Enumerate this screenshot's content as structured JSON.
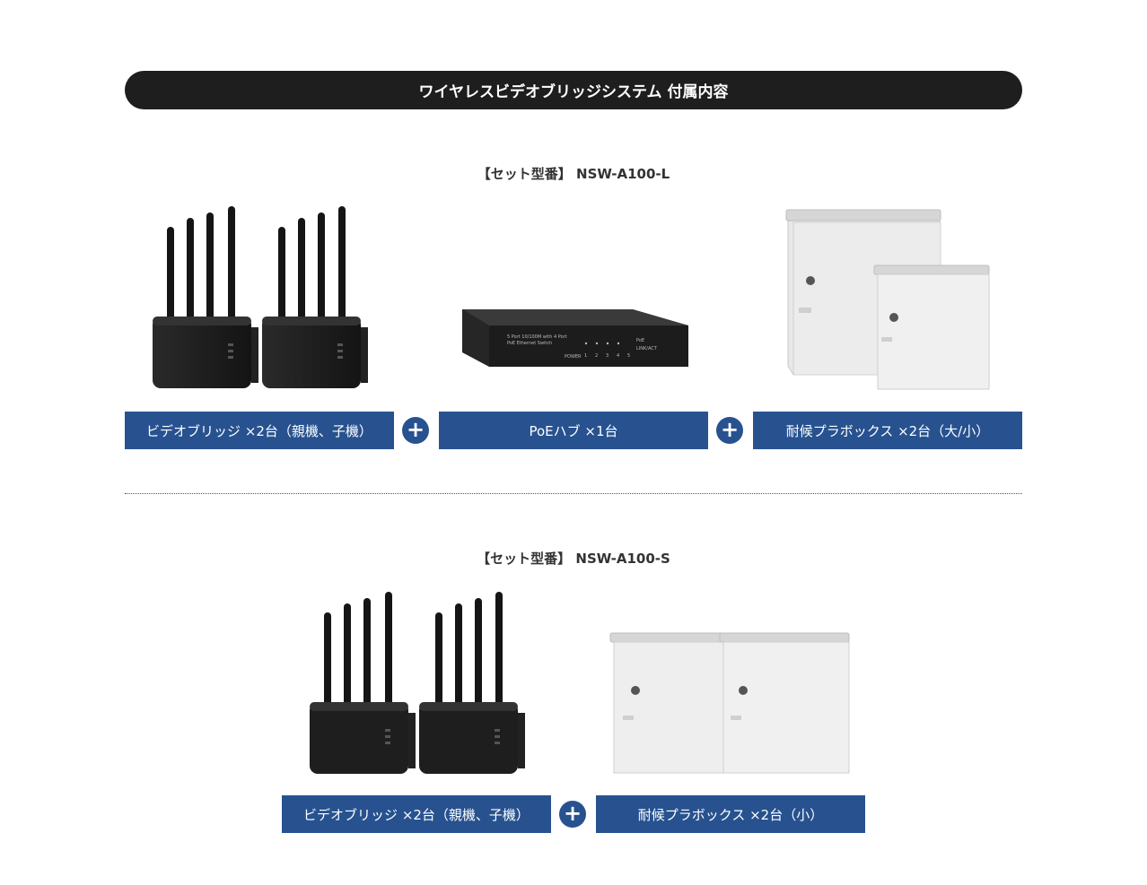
{
  "header": {
    "title": "ワイヤレスビデオブリッジシステム 付属内容"
  },
  "sets": [
    {
      "title": "【セット型番】 NSW-A100-L",
      "items": [
        {
          "label": "ビデオブリッジ ×2台（親機、子機）",
          "icon": "video-bridge-image"
        },
        {
          "label": "PoEハブ ×1台",
          "icon": "poe-hub-image"
        },
        {
          "label": "耐候プラボックス ×2台（大/小）",
          "icon": "weatherproof-box-image"
        }
      ]
    },
    {
      "title": "【セット型番】 NSW-A100-S",
      "items": [
        {
          "label": "ビデオブリッジ ×2台（親機、子機）",
          "icon": "video-bridge-image"
        },
        {
          "label": "耐候プラボックス ×2台（小）",
          "icon": "weatherproof-box-image"
        }
      ]
    }
  ],
  "plus_symbol": "+",
  "hub_panel": {
    "line1": "5 Port 10/100M with 4 Port",
    "line2": "PoE Ethernet Switch",
    "power": "POWER",
    "poe": "PoE",
    "link": "LINK/ACT",
    "ports": [
      "1",
      "2",
      "3",
      "4",
      "5"
    ]
  },
  "colors": {
    "accent": "#27528f",
    "header_bg": "#1e1e1e"
  }
}
